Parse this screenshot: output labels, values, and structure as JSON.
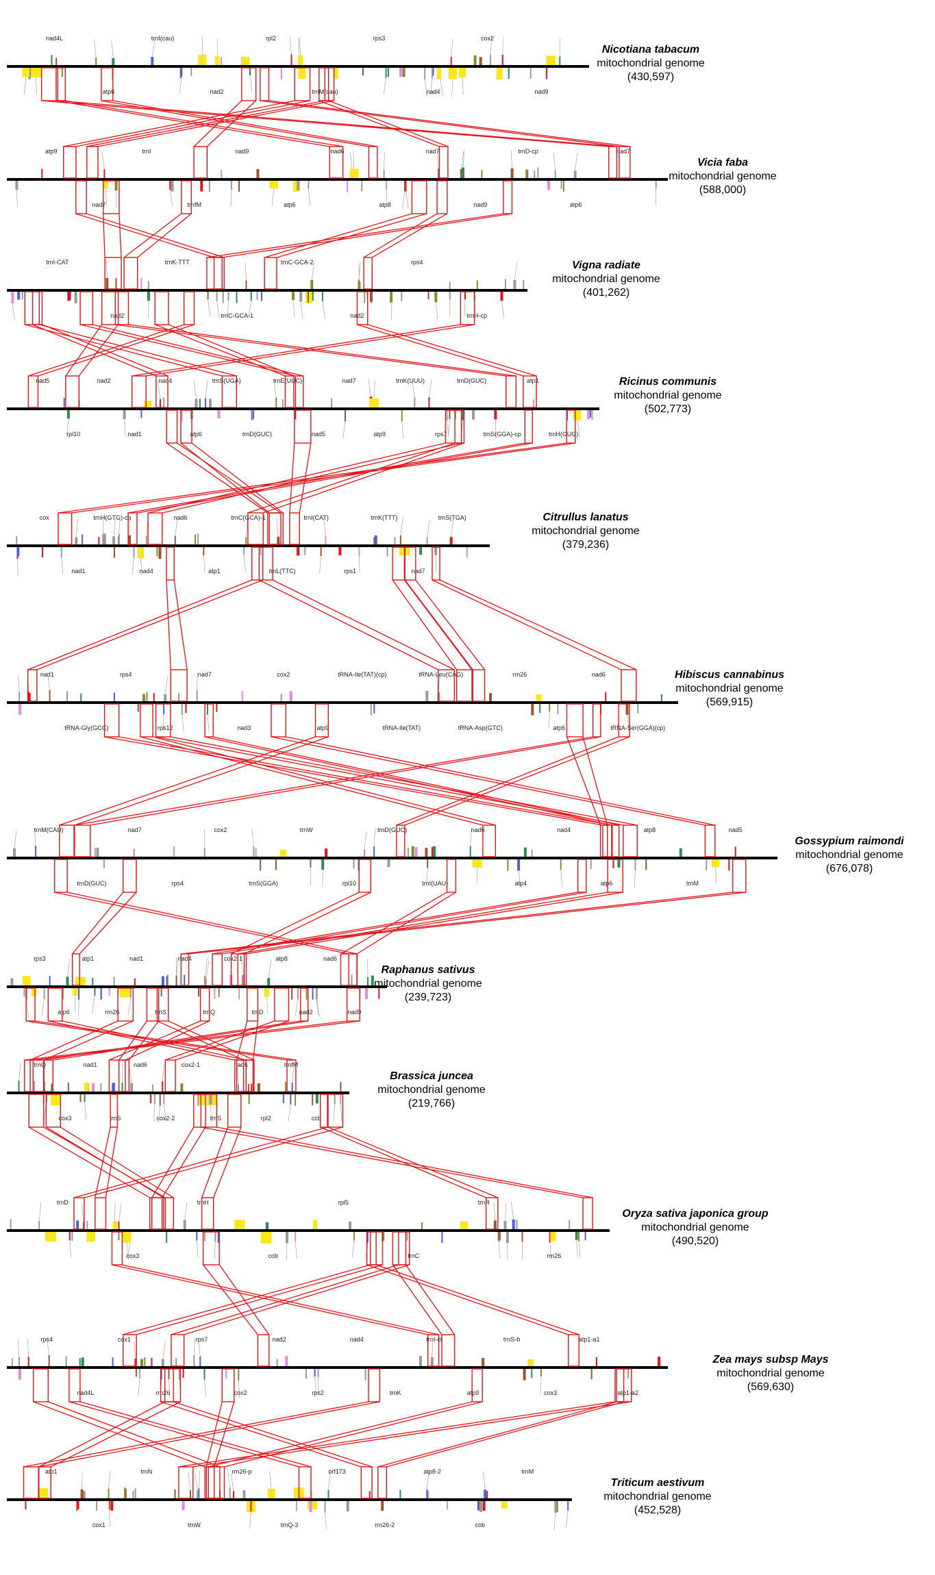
{
  "colors": {
    "red": "#e2131b",
    "yellow": "#f7e71c",
    "olive": "#8a8a2a",
    "brown": "#a0522d",
    "pink": "#e28adf",
    "blue": "#4d5ee0",
    "green": "#2e8b57",
    "grey": "#9a9a9a",
    "link": "#e2131b",
    "axis": "#000000"
  },
  "genomes": [
    {
      "name": "Nicotiana tabacum",
      "sub": "mitochondrial genome",
      "size": "(430,597)",
      "labels": [
        "nad4L",
        "atp6",
        "trnI(cau)",
        "nad2",
        "rpl2",
        "trnM(cau)",
        "rps3",
        "nad4",
        "cox2",
        "nad9"
      ],
      "bars": [
        [
          "red",
          "#red"
        ],
        [
          "yellow"
        ],
        [
          "olive"
        ],
        [
          "brown"
        ],
        [
          "pink"
        ]
      ]
    },
    {
      "name": "Vicia faba",
      "sub": "mitochondrial genome",
      "size": "(588,000)",
      "labels": [
        "atp9",
        "nad7",
        "trnI",
        "trnfM",
        "nad9",
        "atp6",
        "nad6",
        "atp8",
        "nad7",
        "nad9",
        "trnD-cp",
        "atp6",
        "nad7"
      ],
      "bars": []
    },
    {
      "name": "Vigna radiate",
      "sub": "mitochondrial genome",
      "size": "(401,262)",
      "labels": [
        "trnI-CAT",
        "nad2",
        "trnK-TTT",
        "trnC-GCA-1",
        "trnC-GCA-2",
        "nad2",
        "rps4",
        "trnH-cp"
      ],
      "bars": []
    },
    {
      "name": "Ricinus communis",
      "sub": "mitochondrial genome",
      "size": "(502,773)",
      "labels": [
        "nad5",
        "rpl10",
        "nad2",
        "nad1",
        "nad4",
        "atp6",
        "trnS(UGA)",
        "trnD(GUC)",
        "trnE(UUC)",
        "nad5",
        "nad7",
        "atp9",
        "trnK(UUU)",
        "rps7",
        "trnD(GUC)",
        "trnS(GGA)-cp",
        "atp1",
        "trnH(GUG)"
      ],
      "bars": []
    },
    {
      "name": "Citrullus lanatus",
      "sub": "mitochondrial genome",
      "size": "(379,236)",
      "labels": [
        "cox",
        "nad1",
        "trnH(GTG)-cp",
        "nad4",
        "nad6",
        "atp1",
        "trnC(GCA)-1",
        "trnL(TTC)",
        "trnI(CAT)",
        "rps1",
        "trnK(TTT)",
        "nad7",
        "trnS(TGA)"
      ],
      "bars": []
    },
    {
      "name": "Hibiscus cannabinus",
      "sub": "mitochondrial genome",
      "size": "(569,915)",
      "labels": [
        "nad1",
        "tRNA-Gly(GCC)",
        "rps4",
        "rps12",
        "nad7",
        "nad3",
        "cox2",
        "atp9",
        "tRNA-Ile(TAT)(cp)",
        "tRNA-Ile(TAT)",
        "tRNA-Leu(CAG)",
        "tRNA-Asp(GTC)",
        "rrn26",
        "atp6",
        "nad6",
        "tRNA-Ser(GGA)(cp)"
      ],
      "bars": []
    },
    {
      "name": "Gossypium raimondi",
      "sub": "mitochondrial genome",
      "size": "(676,078)",
      "labels": [
        "trnM(CAU)",
        "trnD(GUC)",
        "nad7",
        "rps4",
        "cox2",
        "trnS(GGA)",
        "trnW",
        "rpl10",
        "trnD(GUC)",
        "trnI(UAU)",
        "nad6",
        "atp4",
        "nad4",
        "atp6",
        "atp8",
        "trnM",
        "nad5"
      ],
      "bars": []
    },
    {
      "name": "Raphanus sativus",
      "sub": "mitochondrial genome",
      "size": "(239,723)",
      "labels": [
        "rps3",
        "atp6",
        "atp1",
        "rrn26",
        "nad1",
        "trnS",
        "nad4",
        "trnQ",
        "cox2-1",
        "trnD",
        "atp8",
        "nad2",
        "nad6",
        "nad9"
      ],
      "bars": []
    },
    {
      "name": "Brassica juncea",
      "sub": "mitochondrial genome",
      "size": "(219,766)",
      "labels": [
        "trnQ",
        "cox3",
        "nad1",
        "trnS",
        "nad6",
        "cox2-2",
        "cox2-1",
        "trnS",
        "nad6",
        "rpl2",
        "trnfM",
        "ccb"
      ],
      "bars": []
    },
    {
      "name": "Oryza sativa japonica group",
      "sub": "mitochondrial genome",
      "size": "(490,520)",
      "labels": [
        "trnD",
        "cox3",
        "trnH",
        "cob",
        "rpl5",
        "trnC",
        "trnR",
        "rrn26"
      ],
      "bars": []
    },
    {
      "name": "Zea mays subsp Mays",
      "sub": "mitochondrial genome",
      "size": "(569,630)",
      "labels": [
        "rps4",
        "nad4L",
        "cox1",
        "rrn26",
        "rps7",
        "cox2",
        "nad2",
        "rps2",
        "nad4",
        "trnK",
        "trnI-ct",
        "atp9",
        "trnS-b",
        "cox3",
        "atp1-a1",
        "atp1-a2"
      ],
      "bars": []
    },
    {
      "name": "Triticum aestivum",
      "sub": "mitochondrial genome",
      "size": "(452,528)",
      "labels": [
        "atp1",
        "cox1",
        "trnN",
        "trnW",
        "rrn26-p",
        "trnQ-3",
        "orf173",
        "rrn26-2",
        "atp8-2",
        "cob",
        "trnM"
      ],
      "bars": []
    }
  ]
}
